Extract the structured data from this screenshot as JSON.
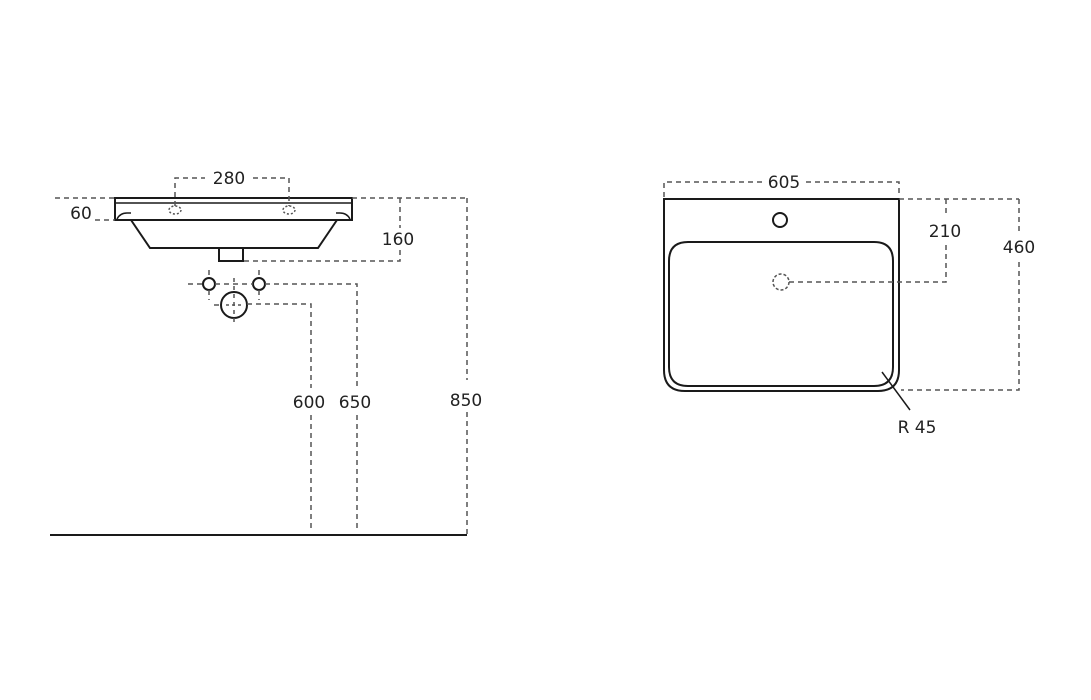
{
  "drawing": {
    "side_view": {
      "dimensions": {
        "tap_hole_spacing": "280",
        "rim_thickness": "60",
        "basin_depth": "160",
        "waste_height": "600",
        "supply_height": "650",
        "rim_height": "850"
      }
    },
    "top_view": {
      "dimensions": {
        "width": "605",
        "tap_to_waste": "210",
        "depth": "460",
        "corner_radius": "R 45"
      }
    },
    "colors": {
      "line": "#1a1a1a",
      "dimension_line": "#555555",
      "background": "#ffffff"
    }
  }
}
